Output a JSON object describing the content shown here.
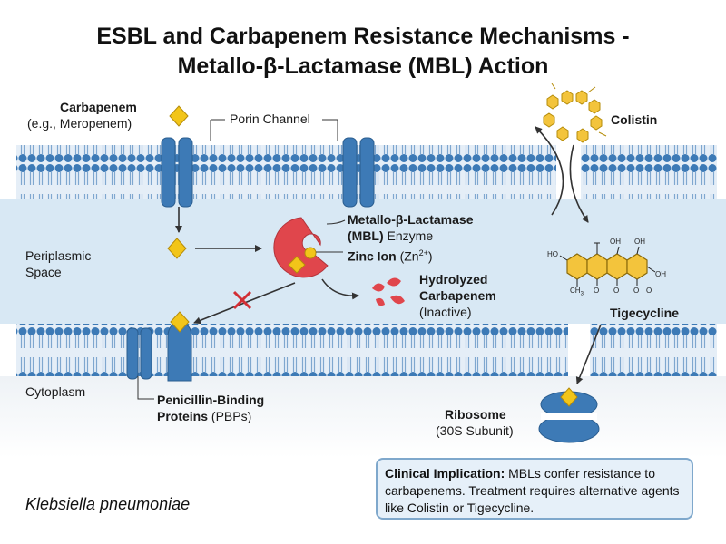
{
  "title": {
    "line1": "ESBL and Carbapenem Resistance Mechanisms -",
    "line2": "Metallo-β-Lactamase (MBL) Action"
  },
  "labels": {
    "carbapenem_name": "Carbapenem",
    "carbapenem_example": "(e.g., Meropenem)",
    "porin": "Porin Channel",
    "periplasmic_line1": "Periplasmic",
    "periplasmic_line2": "Space",
    "mbl_line1": "Metallo-β-Lactamase",
    "mbl_line2_bold": "(MBL)",
    "mbl_line2_rest": " Enzyme",
    "zinc_bold": "Zinc Ion",
    "zinc_formula": "(Zn",
    "zinc_sup": "2+",
    "zinc_close": ")",
    "hydrolyzed_line1": "Hydrolyzed",
    "hydrolyzed_line2": "Carbapenem",
    "hydrolyzed_line3": "(Inactive)",
    "cytoplasm": "Cytoplasm",
    "pbp_line1": "Penicillin-Binding",
    "pbp_line2_bold": "Proteins",
    "pbp_line2_rest": " (PBPs)",
    "colistin": "Colistin",
    "tigecycline": "Tigecycline",
    "ribosome": "Ribosome",
    "ribosome_sub": "(30S Subunit)",
    "organism": "Klebsiella pneumoniae"
  },
  "tigecycline_atoms": {
    "ho_left": "HO",
    "oh_top1": "OH",
    "oh_top2": "OH",
    "oh_right": "OH",
    "ch3": "CH",
    "ch3_sub": "3",
    "o1": "O",
    "o2": "O",
    "o3": "O",
    "o4": "O"
  },
  "clinical": {
    "heading": "Clinical Implication:",
    "text": " MBLs confer resistance to carbapenems. Treatment requires alternative agents like Colistin or Tigecycline."
  },
  "colors": {
    "membrane_head": "#3d7ab6",
    "membrane_tail": "#9bbfdf",
    "periplasm": "#d8e8f4",
    "drug": "#f2c519",
    "enzyme": "#e0464c",
    "inhibit_x": "#d22f35",
    "colistin": "#f3c43c"
  }
}
